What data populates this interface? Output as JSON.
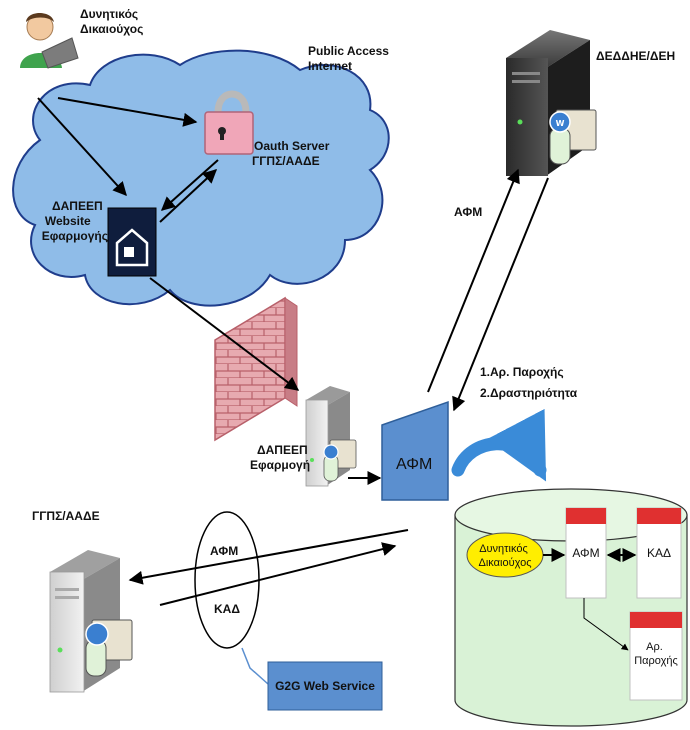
{
  "labels": {
    "beneficiary": [
      "Δυνητικός",
      "Δικαιούχος"
    ],
    "public_access": [
      "Public Access",
      "Internet"
    ],
    "oauth": [
      "Oauth Server",
      "ΓΓΠΣ/ΑΑΔΕ"
    ],
    "website": [
      "ΔΑΠΕΕΠ",
      "Website",
      "Εφαρμογής"
    ],
    "deddie": "ΔΕΔΔΗΕ/ΔΕΗ",
    "afm_top": "ΑΦΜ",
    "response": [
      "1.Αρ. Παροχής",
      "2.Δραστηριότητα"
    ],
    "app_server": [
      "ΔΑΠΕΕΠ",
      "Εφαρμογή"
    ],
    "afm_box": "ΑΦΜ",
    "ggps": "ΓΓΠΣ/ΑΑΔΕ",
    "afm_g2g": "ΑΦΜ",
    "kad_g2g": "ΚΑΔ",
    "g2g_service": "G2G Web Service",
    "db_entity": [
      "Δυνητικός",
      "Δικαιούχος"
    ],
    "db_afm": "ΑΦΜ",
    "db_kad": "ΚΑΔ",
    "db_supply": [
      "Αρ.",
      "Παροχής"
    ]
  },
  "colors": {
    "cloud": "#8fbce8",
    "cloud_stroke": "#1f3d8c",
    "box_blue": "#5b8fcf",
    "cylinder": "#d9f2d6",
    "table_header": "#e03030",
    "ellipse_yellow": "#ffee00",
    "firewall": "#e2a3a8",
    "lock": "#f0a6b8",
    "curved_arrow": "#3a8bd8"
  },
  "icons": {
    "user": "user-with-laptop-icon",
    "lock": "padlock-icon",
    "website": "website-icon",
    "server": "server-tower-icon",
    "firewall": "brick-firewall-icon"
  }
}
